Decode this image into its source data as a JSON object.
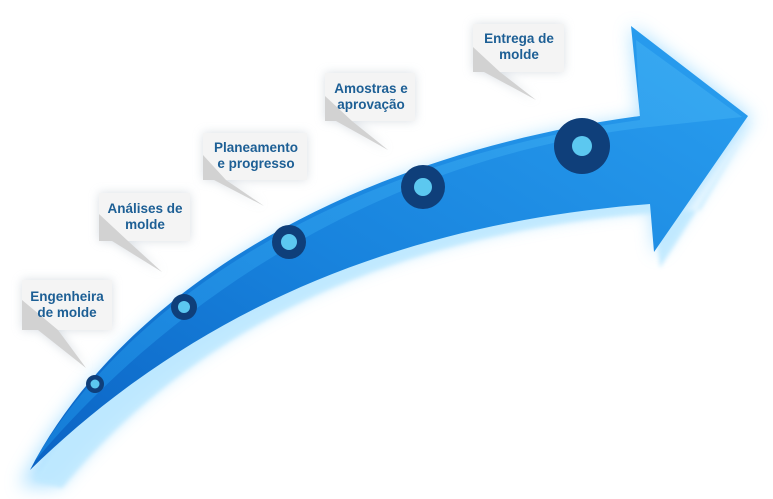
{
  "steps": [
    {
      "label_line1": "Engenheira",
      "label_line2": "de molde"
    },
    {
      "label_line1": "Análises de",
      "label_line2": "molde"
    },
    {
      "label_line1": "Planeamento",
      "label_line2": "e progresso"
    },
    {
      "label_line1": "Amostras e",
      "label_line2": "aprovação"
    },
    {
      "label_line1": "Entrega de",
      "label_line2": "molde"
    }
  ],
  "colors": {
    "arrow_light": "#29a3ee",
    "arrow_mid": "#1883dd",
    "arrow_dark": "#0b63c4",
    "glow": "#8fd6ff",
    "marker_ring": "#0f3f7a",
    "marker_center": "#5cc8f0",
    "callout_fill": "#f4f4f4",
    "callout_shade": "#d2d2d2",
    "callout_text": "#1d5f95"
  }
}
